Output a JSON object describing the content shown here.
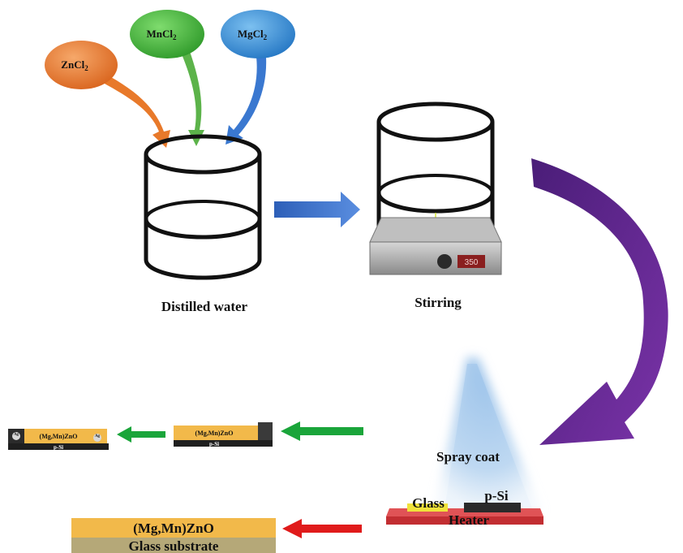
{
  "reagents": {
    "zncl2": {
      "name": "ZnCl",
      "sub": "2",
      "color": "#e8792a"
    },
    "mncl2": {
      "name": "MnCl",
      "sub": "2",
      "color": "#4cb93f"
    },
    "mgcl2": {
      "name": "MgCl",
      "sub": "2",
      "color": "#3a8fd8"
    }
  },
  "labels": {
    "distilled_water": "Distilled water",
    "stirring": "Stirring",
    "spray_coat": "Spray coat",
    "glass": "Glass",
    "p_si": "p-Si",
    "heater": "Heater"
  },
  "stirrer_display": "350",
  "devices": {
    "glass_film": "(Mg,Mn)ZnO",
    "glass_substrate": "Glass substrate",
    "si_film": "(Mg,Mn)ZnO",
    "si_substrate": "p-Si",
    "contact_film": "(Mg,Mn)ZnO",
    "contact_substrate": "p-Si",
    "contact_left": "Ag",
    "contact_right": "Ag"
  },
  "colors": {
    "arrow_blue": "#3e6fc9",
    "arrow_purple": "#6a2a8f",
    "arrow_green": "#1aa53a",
    "arrow_red": "#e01b1b",
    "film_gold": "#f2b94a",
    "heater_red": "#d6373b",
    "spray_blue": "#a9cbea"
  }
}
